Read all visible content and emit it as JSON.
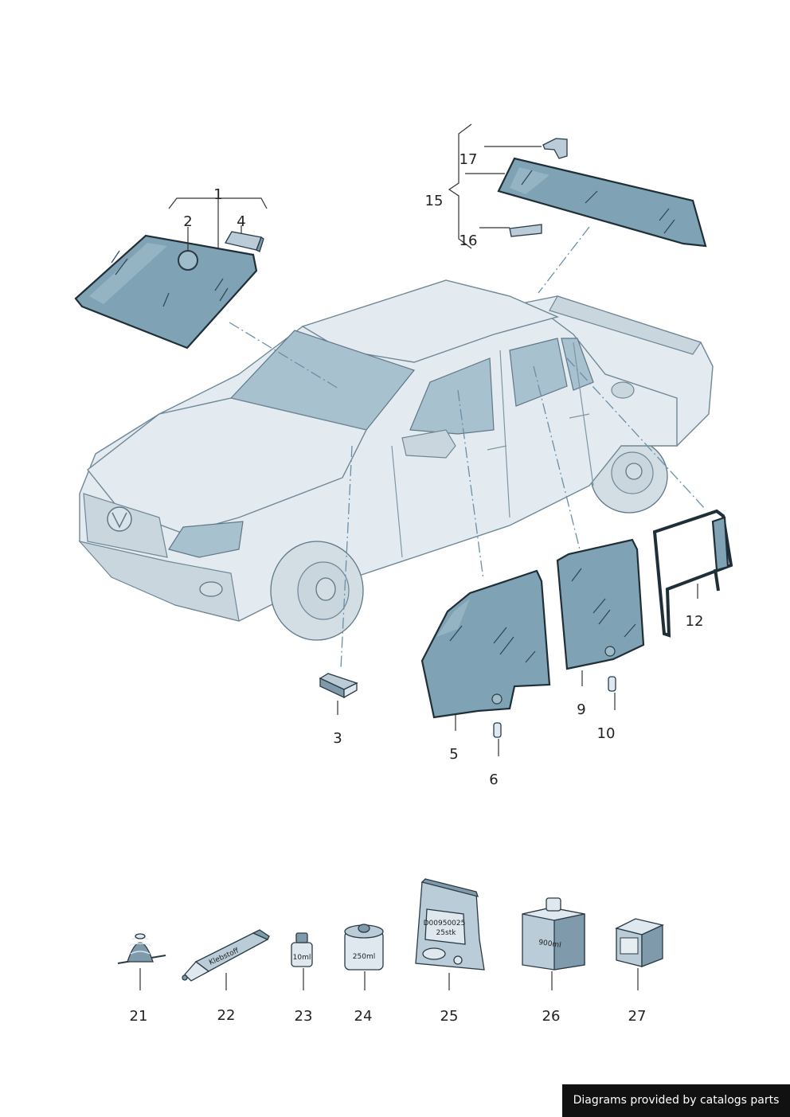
{
  "callouts": {
    "c1": "1",
    "c2": "2",
    "c3": "3",
    "c4": "4",
    "c5": "5",
    "c6": "6",
    "c9": "9",
    "c10": "10",
    "c12": "12",
    "c15": "15",
    "c16": "16",
    "c17": "17",
    "c21": "21",
    "c22": "22",
    "c23": "23",
    "c24": "24",
    "c25": "25",
    "c26": "26",
    "c27": "27"
  },
  "accessories": {
    "tube_label": "Klebstoff",
    "bottle_small_label": "10ml",
    "can_label": "250ml",
    "bag_code": "D00950025",
    "bag_qty": "25stk",
    "box_label": "900ml"
  },
  "credit": "Diagrams provided by catalogs parts",
  "colors": {
    "glass": "#7fa3b4",
    "vehicle_body": "#e3ebf0",
    "outline": "#1f2f38",
    "leader_dash": "#6a8fa8",
    "credit_bg": "#111111"
  }
}
